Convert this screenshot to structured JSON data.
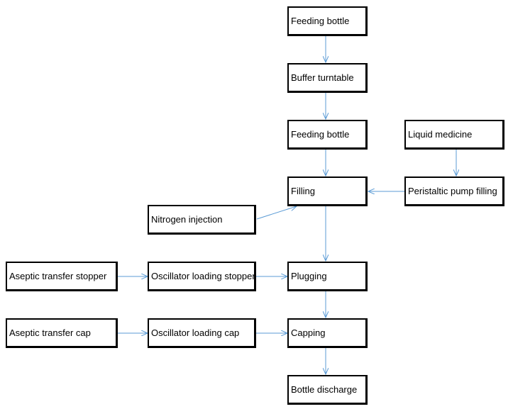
{
  "diagram": {
    "nodes": {
      "feeding_bottle_1": "Feeding bottle",
      "buffer_turntable": "Buffer turntable",
      "feeding_bottle_2": "Feeding bottle",
      "liquid_medicine": "Liquid medicine",
      "filling": "Filling",
      "peristaltic_pump_filling": "Peristaltic pump filling",
      "nitrogen_injection": "Nitrogen injection",
      "aseptic_transfer_stopper": "Aseptic transfer stopper",
      "oscillator_loading_stopper": "Oscillator loading stopper",
      "plugging": "Plugging",
      "aseptic_transfer_cap": "Aseptic transfer cap",
      "oscillator_loading_cap": "Oscillator loading cap",
      "capping": "Capping",
      "bottle_discharge": "Bottle discharge"
    },
    "edges": [
      {
        "from": "feeding_bottle_1",
        "to": "buffer_turntable"
      },
      {
        "from": "buffer_turntable",
        "to": "feeding_bottle_2"
      },
      {
        "from": "feeding_bottle_2",
        "to": "filling"
      },
      {
        "from": "liquid_medicine",
        "to": "peristaltic_pump_filling"
      },
      {
        "from": "peristaltic_pump_filling",
        "to": "filling"
      },
      {
        "from": "nitrogen_injection",
        "to": "filling"
      },
      {
        "from": "filling",
        "to": "plugging"
      },
      {
        "from": "aseptic_transfer_stopper",
        "to": "oscillator_loading_stopper"
      },
      {
        "from": "oscillator_loading_stopper",
        "to": "plugging"
      },
      {
        "from": "plugging",
        "to": "capping"
      },
      {
        "from": "aseptic_transfer_cap",
        "to": "oscillator_loading_cap"
      },
      {
        "from": "oscillator_loading_cap",
        "to": "capping"
      },
      {
        "from": "capping",
        "to": "bottle_discharge"
      }
    ],
    "edge_color": "#5b9bd5"
  }
}
